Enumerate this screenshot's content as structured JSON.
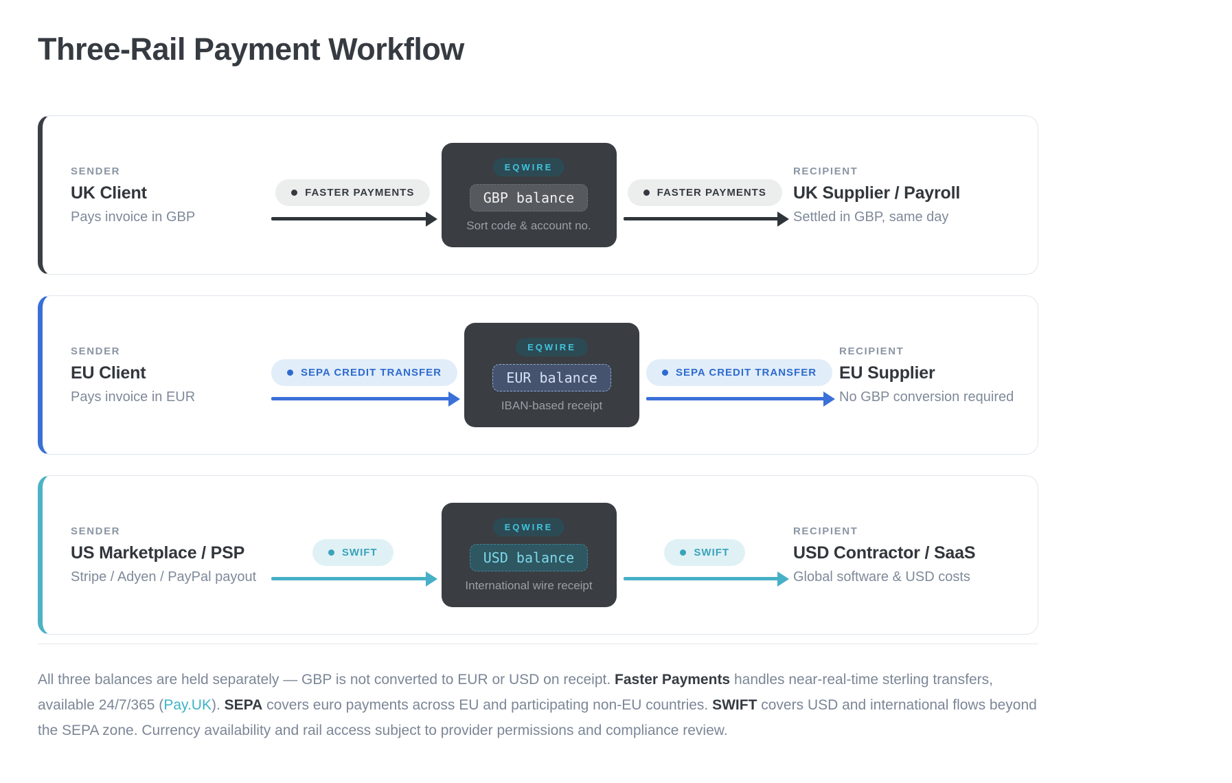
{
  "page": {
    "title": "Three-Rail Payment Workflow"
  },
  "theme": {
    "hub_bg": "#3a3d41",
    "badge_bg": "#2c4a54",
    "badge_fg": "#41c4dc",
    "card_border": "#dfe5ec",
    "link_color": "#3db3c8"
  },
  "cards": [
    {
      "rail": "FASTER PAYMENTS",
      "sender": {
        "label": "SENDER",
        "name": "UK Client",
        "desc": "Pays invoice in GBP"
      },
      "hub": {
        "badge": "EQWIRE",
        "balance": "GBP balance",
        "caption": "Sort code & account no."
      },
      "recipient": {
        "label": "RECIPIENT",
        "name": "UK Supplier / Payroll",
        "desc": "Settled in GBP, same day"
      },
      "colors": {
        "accent": "#3a3f45",
        "rail_bg": "#eceded",
        "rail_fg": "#343a40",
        "arrow": "#2f353b",
        "balance_bg": "#56595d",
        "balance_fg": "#eff1f2",
        "balance_border": "#6d7074"
      }
    },
    {
      "rail": "SEPA CREDIT TRANSFER",
      "sender": {
        "label": "SENDER",
        "name": "EU Client",
        "desc": "Pays invoice in EUR"
      },
      "hub": {
        "badge": "EQWIRE",
        "balance": "EUR balance",
        "caption": "IBAN-based receipt"
      },
      "recipient": {
        "label": "RECIPIENT",
        "name": "EU Supplier",
        "desc": "No GBP conversion required"
      },
      "colors": {
        "accent": "#3a6fd6",
        "rail_bg": "#e1edf9",
        "rail_fg": "#2e6ace",
        "arrow": "#3a70d8",
        "balance_bg": "#46536e",
        "balance_fg": "#d5e1f5",
        "balance_border": "#8fadd9"
      }
    },
    {
      "rail": "SWIFT",
      "sender": {
        "label": "SENDER",
        "name": "US Marketplace / PSP",
        "desc": "Stripe / Adyen / PayPal payout"
      },
      "hub": {
        "badge": "EQWIRE",
        "balance": "USD balance",
        "caption": "International wire receipt"
      },
      "recipient": {
        "label": "RECIPIENT",
        "name": "USD Contractor / SaaS",
        "desc": "Global software & USD costs"
      },
      "colors": {
        "accent": "#4cb2c4",
        "rail_bg": "#e0f1f5",
        "rail_fg": "#38a3ba",
        "arrow": "#46b0c6",
        "balance_bg": "#2e5762",
        "balance_fg": "#7ed8e8",
        "balance_border": "#458394"
      }
    }
  ],
  "footer": {
    "segments": [
      {
        "text": "All three balances are held separately — GBP is not converted to EUR or USD on receipt. ",
        "style": "normal"
      },
      {
        "text": "Faster Payments",
        "style": "bold"
      },
      {
        "text": " handles near-real-time sterling transfers, available 24/7/365 (",
        "style": "normal"
      },
      {
        "text": "Pay.UK",
        "style": "link"
      },
      {
        "text": "). ",
        "style": "normal"
      },
      {
        "text": "SEPA",
        "style": "bold"
      },
      {
        "text": " covers euro payments across EU and participating non-EU countries. ",
        "style": "normal"
      },
      {
        "text": "SWIFT",
        "style": "bold"
      },
      {
        "text": " covers USD and international flows beyond the SEPA zone. Currency availability and rail access subject to provider permissions and compliance review.",
        "style": "normal"
      }
    ]
  }
}
